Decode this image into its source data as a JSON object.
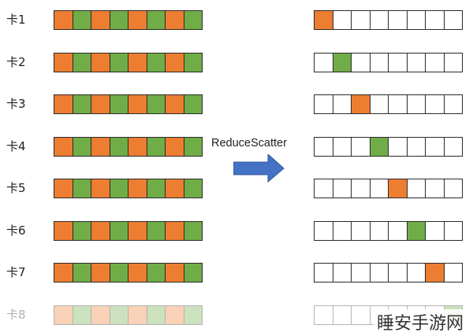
{
  "colors": {
    "orange": "#ed7d31",
    "green": "#70ad47",
    "empty": "#ffffff"
  },
  "operation_label": "ReduceScatter",
  "watermark": "睡安手游网",
  "cards": [
    {
      "label": "卡1",
      "input": [
        "orange",
        "green",
        "orange",
        "green",
        "orange",
        "green",
        "orange",
        "green"
      ],
      "output": [
        "orange",
        "empty",
        "empty",
        "empty",
        "empty",
        "empty",
        "empty",
        "empty"
      ],
      "faded": false
    },
    {
      "label": "卡2",
      "input": [
        "orange",
        "green",
        "orange",
        "green",
        "orange",
        "green",
        "orange",
        "green"
      ],
      "output": [
        "empty",
        "green",
        "empty",
        "empty",
        "empty",
        "empty",
        "empty",
        "empty"
      ],
      "faded": false
    },
    {
      "label": "卡3",
      "input": [
        "orange",
        "green",
        "orange",
        "green",
        "orange",
        "green",
        "orange",
        "green"
      ],
      "output": [
        "empty",
        "empty",
        "orange",
        "empty",
        "empty",
        "empty",
        "empty",
        "empty"
      ],
      "faded": false
    },
    {
      "label": "卡4",
      "input": [
        "orange",
        "green",
        "orange",
        "green",
        "orange",
        "green",
        "orange",
        "green"
      ],
      "output": [
        "empty",
        "empty",
        "empty",
        "green",
        "empty",
        "empty",
        "empty",
        "empty"
      ],
      "faded": false
    },
    {
      "label": "卡5",
      "input": [
        "orange",
        "green",
        "orange",
        "green",
        "orange",
        "green",
        "orange",
        "green"
      ],
      "output": [
        "empty",
        "empty",
        "empty",
        "empty",
        "orange",
        "empty",
        "empty",
        "empty"
      ],
      "faded": false
    },
    {
      "label": "卡6",
      "input": [
        "orange",
        "green",
        "orange",
        "green",
        "orange",
        "green",
        "orange",
        "green"
      ],
      "output": [
        "empty",
        "empty",
        "empty",
        "empty",
        "empty",
        "green",
        "empty",
        "empty"
      ],
      "faded": false
    },
    {
      "label": "卡7",
      "input": [
        "orange",
        "green",
        "orange",
        "green",
        "orange",
        "green",
        "orange",
        "green"
      ],
      "output": [
        "empty",
        "empty",
        "empty",
        "empty",
        "empty",
        "empty",
        "orange",
        "empty"
      ],
      "faded": false
    },
    {
      "label": "卡8",
      "input": [
        "orange",
        "green",
        "orange",
        "green",
        "orange",
        "green",
        "orange",
        "green"
      ],
      "output": [
        "empty",
        "empty",
        "empty",
        "empty",
        "empty",
        "empty",
        "empty",
        "green"
      ],
      "faded": true
    }
  ]
}
